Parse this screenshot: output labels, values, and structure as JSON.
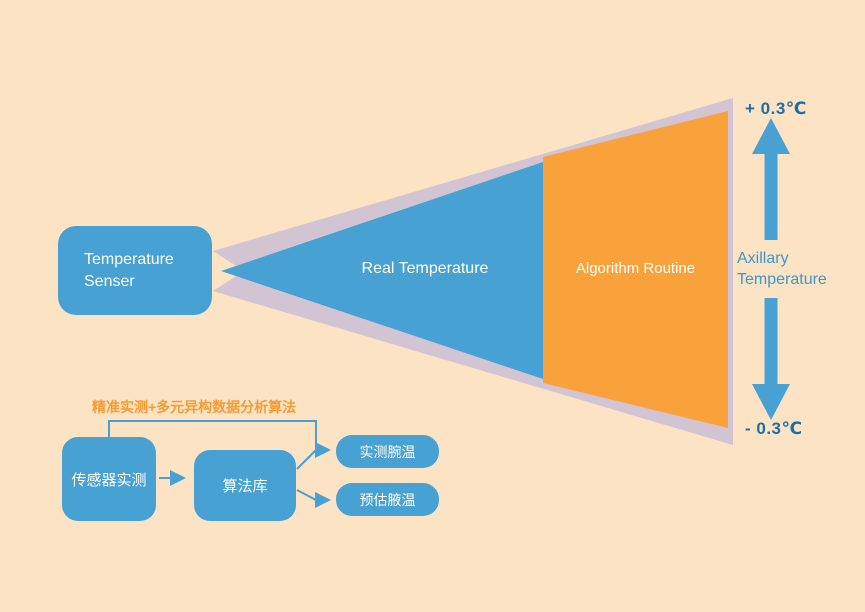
{
  "funnel": {
    "sensor_box_label": "Temperature Senser",
    "real_temperature_label": "Real Temperature",
    "algorithm_label": "Algorithm Routine",
    "upper_bound_label": "+ 0.3℃",
    "lower_bound_label": "- 0.3℃",
    "axis_label": "Axillary Temperature"
  },
  "flowchart": {
    "caption": "精准实测+多元异构数据分析算法",
    "sensor_node": "传感器实测",
    "algorithm_node": "算法库",
    "wrist_node": "实测腕温",
    "axillary_node": "预估腋温"
  },
  "colors": {
    "background": "#FBE3C3",
    "primary_blue": "#47A1D2",
    "accent_orange": "#F9A23C",
    "lavender": "#D2C4D3",
    "caption_orange": "#F59B36",
    "bound_text_blue": "#1C6FA5",
    "axis_text_blue": "#3E96C8"
  }
}
